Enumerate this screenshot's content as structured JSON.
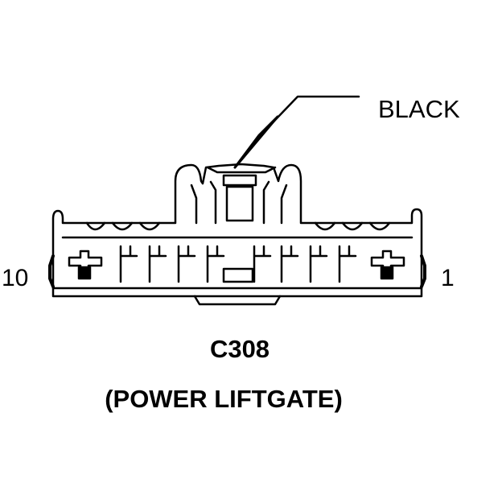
{
  "connector": {
    "color": "BLACK",
    "pin_left": "10",
    "pin_right": "1",
    "id": "C308",
    "description": "(POWER LIFTGATE)"
  },
  "colors": {
    "ink": "#000000",
    "background": "#ffffff"
  }
}
